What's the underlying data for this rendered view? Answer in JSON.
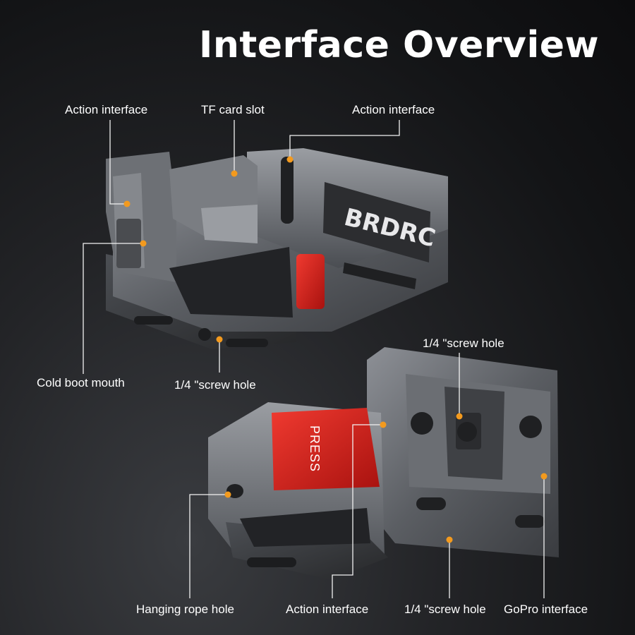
{
  "title": "Interface Overview",
  "labels": {
    "action_interface_top_left": "Action interface",
    "tf_card_slot": "TF card slot",
    "action_interface_top_right": "Action interface",
    "cold_boot_mouth": "Cold boot mouth",
    "screw_hole_top": "1/4 \"screw hole",
    "screw_hole_right": "1/4 \"screw hole",
    "hanging_rope_hole": "Hanging rope hole",
    "action_interface_bottom": "Action interface",
    "screw_hole_bottom": "1/4 \"screw hole",
    "gopro_interface": "GoPro interface"
  },
  "product": {
    "brand_logo": "BRDRC",
    "button_text": "PRESS"
  },
  "colors": {
    "callout_dot": "#f39a1e",
    "button_red": "#d81c1c",
    "metal": "#5e6166"
  }
}
